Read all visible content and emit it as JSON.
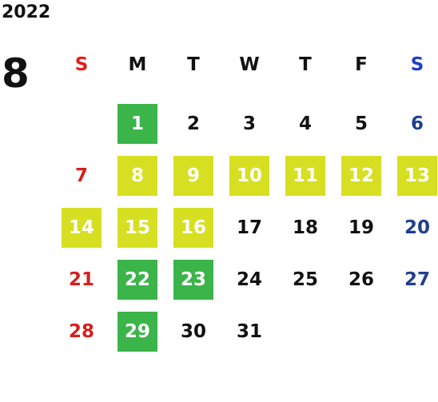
{
  "calendar": {
    "year": "2022",
    "month": "8",
    "weekdays": [
      {
        "label": "S",
        "kind": "sun"
      },
      {
        "label": "M",
        "kind": ""
      },
      {
        "label": "T",
        "kind": ""
      },
      {
        "label": "W",
        "kind": ""
      },
      {
        "label": "T",
        "kind": ""
      },
      {
        "label": "F",
        "kind": ""
      },
      {
        "label": "S",
        "kind": "sat"
      }
    ],
    "weeks": [
      [
        null,
        {
          "day": "1",
          "mark": "green"
        },
        {
          "day": "2"
        },
        {
          "day": "3"
        },
        {
          "day": "4"
        },
        {
          "day": "5"
        },
        {
          "day": "6"
        }
      ],
      [
        {
          "day": "7"
        },
        {
          "day": "8",
          "mark": "yellow"
        },
        {
          "day": "9",
          "mark": "yellow"
        },
        {
          "day": "10",
          "mark": "yellow"
        },
        {
          "day": "11",
          "mark": "yellow"
        },
        {
          "day": "12",
          "mark": "yellow"
        },
        {
          "day": "13",
          "mark": "yellow"
        }
      ],
      [
        {
          "day": "14",
          "mark": "yellow"
        },
        {
          "day": "15",
          "mark": "yellow"
        },
        {
          "day": "16",
          "mark": "yellow"
        },
        {
          "day": "17"
        },
        {
          "day": "18"
        },
        {
          "day": "19"
        },
        {
          "day": "20"
        }
      ],
      [
        {
          "day": "21"
        },
        {
          "day": "22",
          "mark": "green"
        },
        {
          "day": "23",
          "mark": "green"
        },
        {
          "day": "24"
        },
        {
          "day": "25"
        },
        {
          "day": "26"
        },
        {
          "day": "27"
        }
      ],
      [
        {
          "day": "28"
        },
        {
          "day": "29",
          "mark": "green"
        },
        {
          "day": "30"
        },
        {
          "day": "31"
        },
        null,
        null,
        null
      ]
    ]
  },
  "colors": {
    "green_mark": "#3bb44a",
    "yellow_mark": "#d7df23",
    "sunday": "#d61f1f",
    "saturday": "#1f3f8f"
  }
}
